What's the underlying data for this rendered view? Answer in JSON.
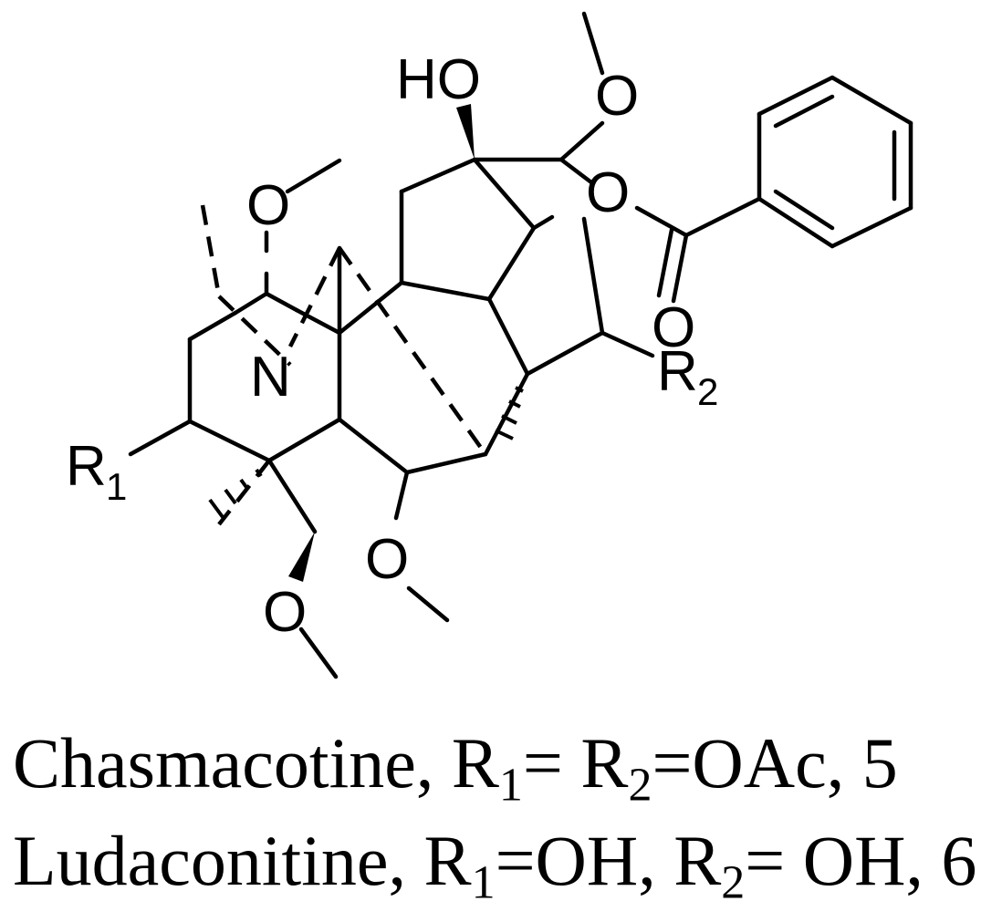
{
  "structure": {
    "atoms": {
      "ho": "HO",
      "n": "N",
      "o": "O",
      "r1": "R",
      "r1_sub": "1",
      "r2": "R",
      "r2_sub": "2"
    }
  },
  "captions": [
    {
      "name": "Chasmacotine, ",
      "r1": "R",
      "r1_sub": "1",
      "mid": "= ",
      "r2": "R",
      "r2_sub": "2",
      "tail": "=OAc, 5"
    },
    {
      "name": "Ludaconitine, ",
      "r1": "R",
      "r1_sub": "1",
      "mid": "=OH, ",
      "r2": "R",
      "r2_sub": "2",
      "tail": "= OH, 6"
    }
  ]
}
